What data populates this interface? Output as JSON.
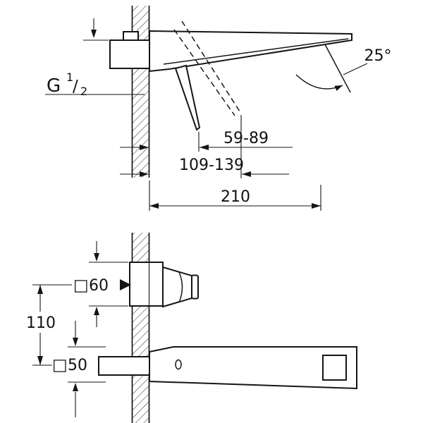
{
  "side_view": {
    "thread": {
      "prefix": "G",
      "numerator": "1",
      "slash": "/",
      "denominator": "2"
    },
    "spray_angle": "25°",
    "dim_handle_projection": "59-89",
    "dim_handle_projection_open": "109-139",
    "dim_spout_projection": "210"
  },
  "front_view": {
    "square_icon": "□",
    "handle_size": "60",
    "center_distance": "110",
    "spout_size": "50"
  },
  "colors": {
    "line": "#151515",
    "background": "#ffffff"
  }
}
